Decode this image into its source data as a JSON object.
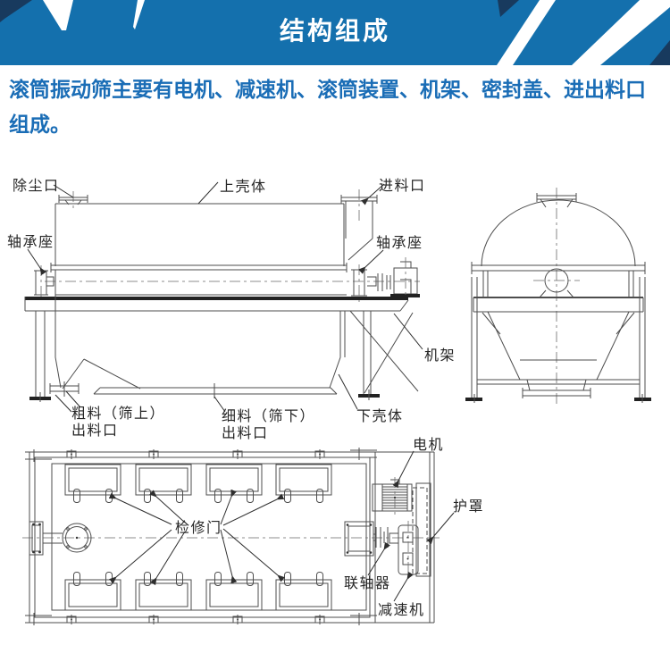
{
  "header": {
    "title": "结构组成"
  },
  "intro": {
    "text": "滚筒振动筛主要有电机、减速机、滚筒装置、机架、密封盖、进出料口组成。"
  },
  "colors": {
    "header_blue": "#1470ad",
    "accent_navy": "#183a5e",
    "intro_blue": "#1a6db6",
    "line_gray": "#4d4d4d"
  },
  "side_view": {
    "labels": {
      "dust_port": "除尘口",
      "upper_shell": "上壳体",
      "feed_inlet": "进料口",
      "bearing_seat_left": "轴承座",
      "bearing_seat_right": "轴承座",
      "frame": "机架",
      "lower_shell": "下壳体",
      "coarse_outlet_line1": "粗料（筛上）",
      "coarse_outlet_line2": "出料口",
      "fine_outlet_line1": "细料（筛下）",
      "fine_outlet_line2": "出料口"
    }
  },
  "top_view": {
    "labels": {
      "motor": "电机",
      "guard": "护罩",
      "inspection_door": "检修门",
      "coupling": "联轴器",
      "reducer": "减速机"
    }
  }
}
